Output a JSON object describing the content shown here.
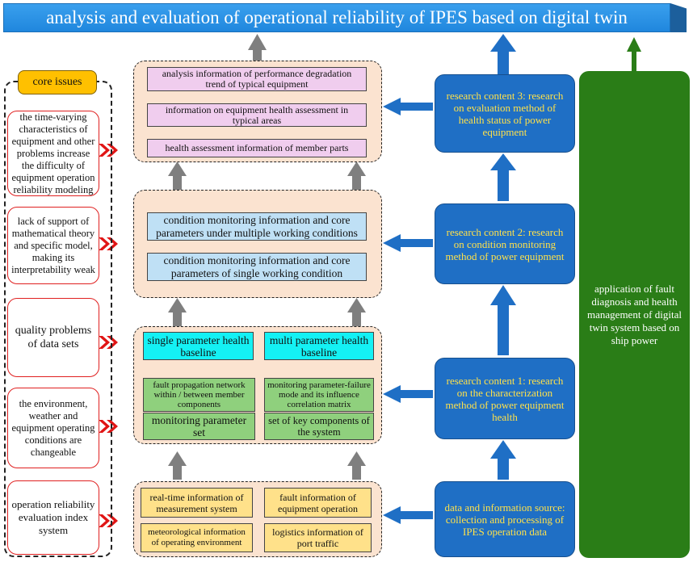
{
  "title": "analysis and evaluation of operational reliability of IPES based on digital twin",
  "core_issues": {
    "badge": "core issues",
    "items": [
      "the time-varying characteristics of equipment and other problems increase the difficulty of equipment operation reliability modeling",
      "lack of support of mathematical theory and specific model, making its interpretability weak",
      "quality problems of data sets",
      "the environment, weather and equipment operating conditions are changeable",
      "operation reliability evaluation index system"
    ]
  },
  "health_group": {
    "items": [
      "analysis information of performance degradation trend of typical equipment",
      "information on equipment health assessment in typical areas",
      "health assessment information of member parts"
    ]
  },
  "condition_group": {
    "items": [
      "condition monitoring information and core parameters under multiple working conditions",
      "condition monitoring information and core parameters of single working condition"
    ]
  },
  "baseline_group": {
    "single": "single parameter health baseline",
    "multi": "multi parameter health baseline",
    "fault_network": "fault propagation network within / between member components",
    "correlation": "monitoring parameter-failure mode and its influence correlation matrix",
    "param_set": "monitoring parameter set",
    "key_components": "set of key components of the system"
  },
  "source_group": {
    "items": [
      "real-time information of measurement system",
      "fault information of equipment operation",
      "meteorological information of operating environment",
      "logistics information of port traffic"
    ]
  },
  "research": [
    "research content 3: research on evaluation method of health status of power equipment",
    "research content 2: research on condition monitoring method of power equipment",
    "research content 1: research on the characterization method of power equipment health",
    "data and information source: collection and processing of IPES operation data"
  ],
  "application": "application of fault diagnosis and health management of digital twin system based on ship power",
  "colors": {
    "banner": "#2b93e8",
    "research": "#1f6fc5",
    "research_text": "#ffe14a",
    "application": "#2a7d17",
    "core_badge": "#ffc000",
    "issue_border": "#e02020",
    "group_fill": "#fbe3d0"
  }
}
